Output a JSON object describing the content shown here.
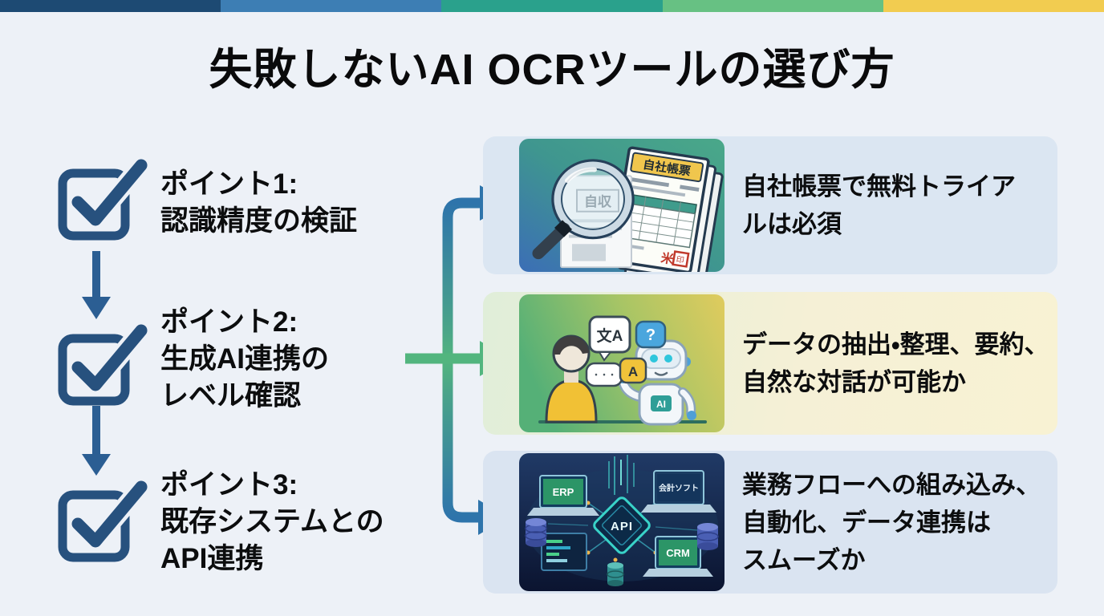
{
  "title": "失敗しないAI OCRツールの選び方",
  "topbar": {
    "segments": [
      "#1d4a73",
      "#3d7eb4",
      "#2aa18c",
      "#67c183",
      "#f2cc50"
    ]
  },
  "colors": {
    "background": "#edf1f7",
    "checkbox_blue": "#27517e",
    "down_arrow_blue": "#2b5e93",
    "flow_blue": "#2e74ab",
    "flow_green": "#52b57e",
    "card1_bg": "#dbe6f2",
    "card2_bg_left": "#e0eed9",
    "card2_bg_right": "#f8f2d3",
    "card3_bg": "#dae4f1"
  },
  "points": [
    {
      "lines": [
        "ポイント1:",
        "認識精度の検証"
      ]
    },
    {
      "lines": [
        "ポイント2:",
        "生成AI連携の",
        "レベル確認"
      ]
    },
    {
      "lines": [
        "ポイント3:",
        "既存システムとの",
        "API連携"
      ]
    }
  ],
  "cards": [
    {
      "lines": [
        "自社帳票で無料トライア",
        "ルは必須"
      ],
      "illustration": {
        "doc_title": "自社帳票",
        "doc_small": "自収",
        "stamp": "印"
      }
    },
    {
      "lines": [
        "データの抽出・整理、要約、",
        "自然な対話が可能か"
      ],
      "illustration": {
        "bubble_lang": "文A",
        "bubble_q": "?",
        "bubble_a": "A",
        "bubble_dots": "・・・",
        "robot_badge": "AI"
      }
    },
    {
      "lines": [
        "業務フローへの組み込み、",
        "自動化、データ連携は",
        "スムーズか"
      ],
      "illustration": {
        "erp": "ERP",
        "accounting": "会計ソフト",
        "api": "API",
        "crm": "CRM"
      }
    }
  ]
}
